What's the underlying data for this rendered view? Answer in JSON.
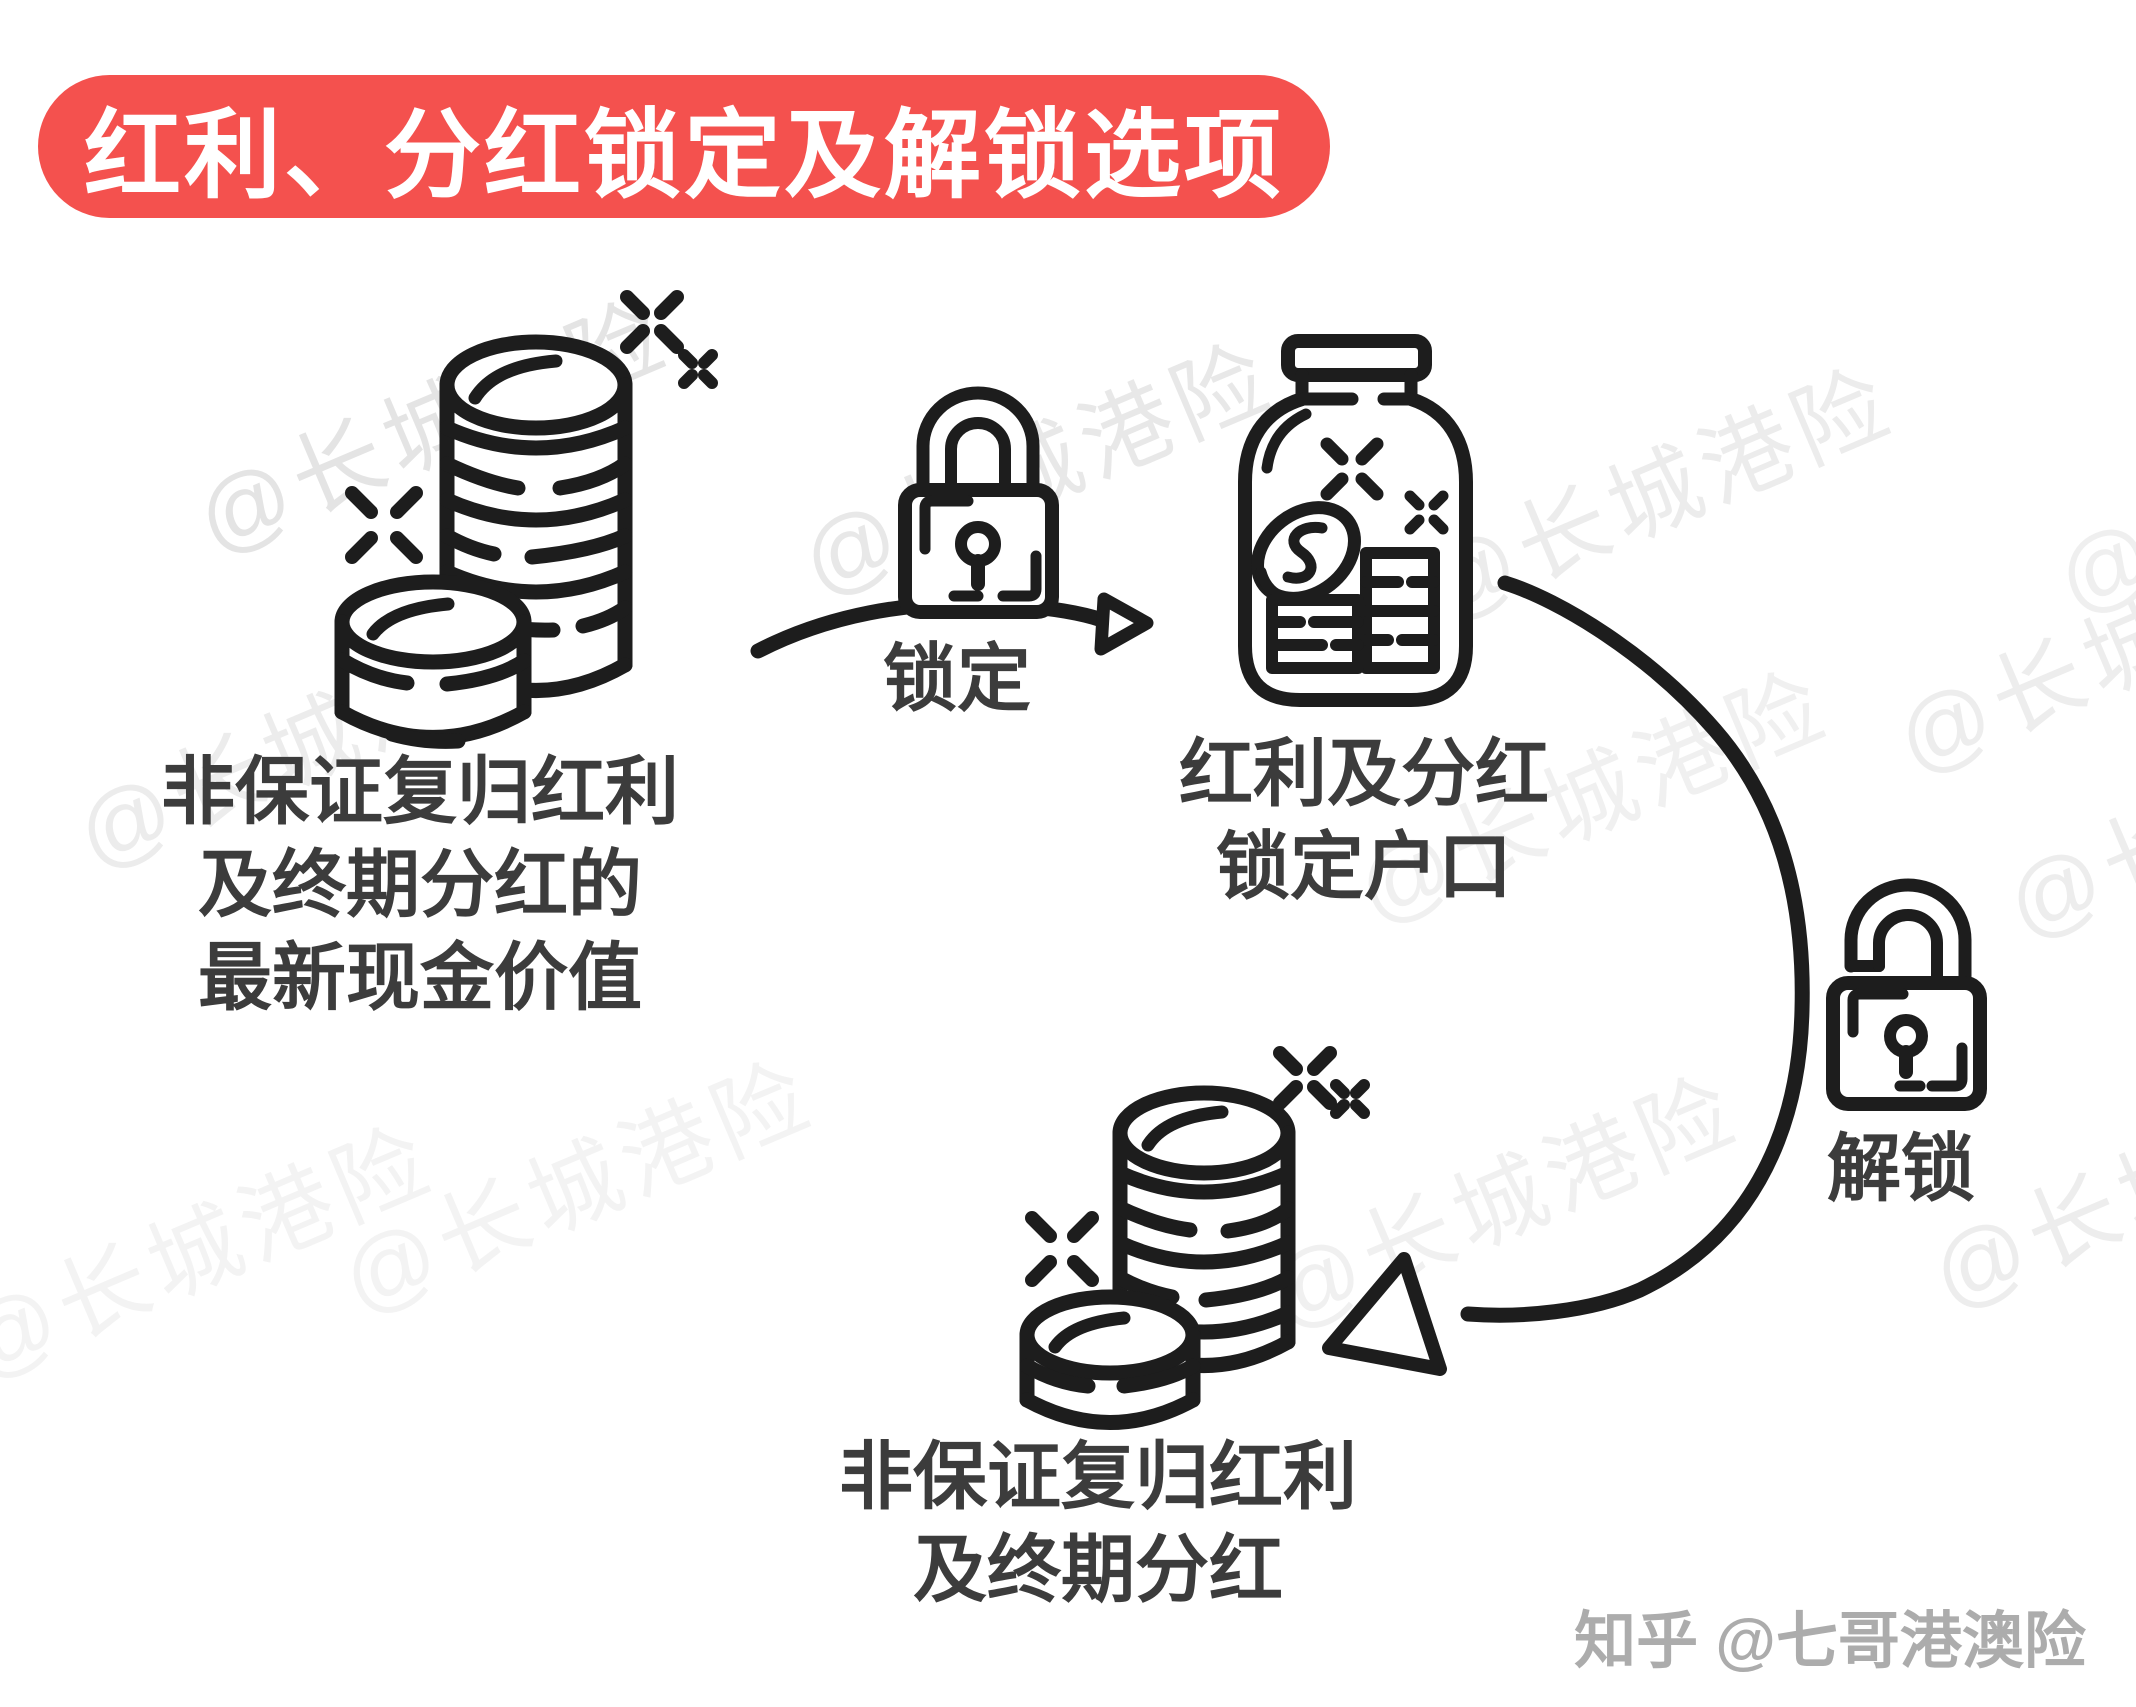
{
  "title": {
    "banner": "红利、分红锁定及解锁选项"
  },
  "flow": {
    "source_label": {
      "line1": "非保证复归红利",
      "line2": "及终期分红的",
      "line3": "最新现金价值"
    },
    "lock_action_label": "锁定",
    "account_label": {
      "line1": "红利及分红",
      "line2": "锁定户口"
    },
    "unlock_action_label": "解锁",
    "result_label": {
      "line1": "非保证复归红利",
      "line2": "及终期分红"
    }
  },
  "icons": {
    "source": "coin-stack-icon",
    "lock_step": "padlock-locked-icon",
    "account": "money-jar-icon",
    "unlock_step": "padlock-unlocked-icon",
    "result": "coin-stack-icon",
    "sparkles": "sparkle-cross-icon",
    "arrows": "hand-drawn-arrow"
  },
  "watermark": {
    "text": "@长城港险"
  },
  "attribution": {
    "text": "知乎 @七哥港澳险"
  },
  "colors": {
    "background": "#ffffff",
    "banner_background": "#f4514e",
    "banner_text": "#ffffff",
    "line_art": "#1d1d1d",
    "label_text": "#3c3c3c",
    "watermark": "#e9e9e9",
    "attribution": "#acacac"
  }
}
